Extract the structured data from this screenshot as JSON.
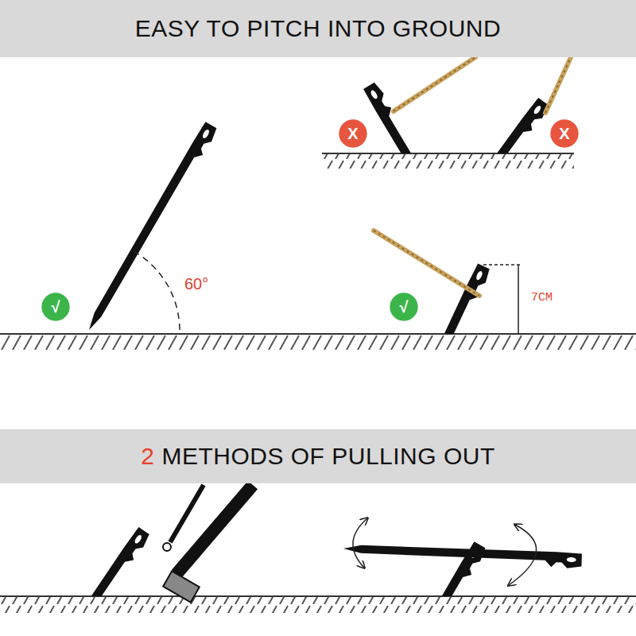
{
  "diagram": {
    "nodes": [
      {
        "text": [
          "EASY TO PITCH INTO GROUND"
        ]
      },
      {
        "text": [
          "X"
        ]
      },
      {
        "text": [
          "X"
        ]
      },
      {
        "text": [
          "√"
        ]
      },
      {
        "text": [
          "√"
        ]
      },
      {
        "text": [
          "2",
          "METHODS OF PULLING OUT"
        ]
      }
    ],
    "labels": [
      "60°",
      "7CM"
    ]
  }
}
